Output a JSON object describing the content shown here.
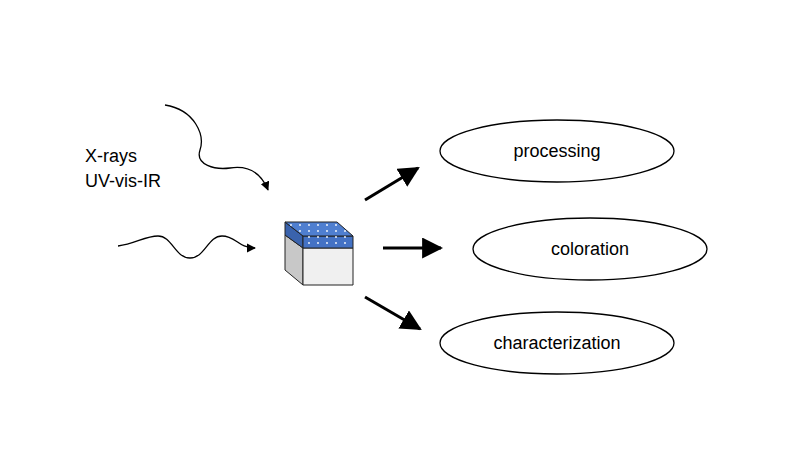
{
  "diagram": {
    "nodes": [
      {
        "text": [
          "processing"
        ]
      },
      {
        "text": [
          "coloration"
        ]
      },
      {
        "text": [
          "characterization"
        ]
      }
    ],
    "labels": [
      "X-rays",
      "UV-vis-IR"
    ]
  }
}
